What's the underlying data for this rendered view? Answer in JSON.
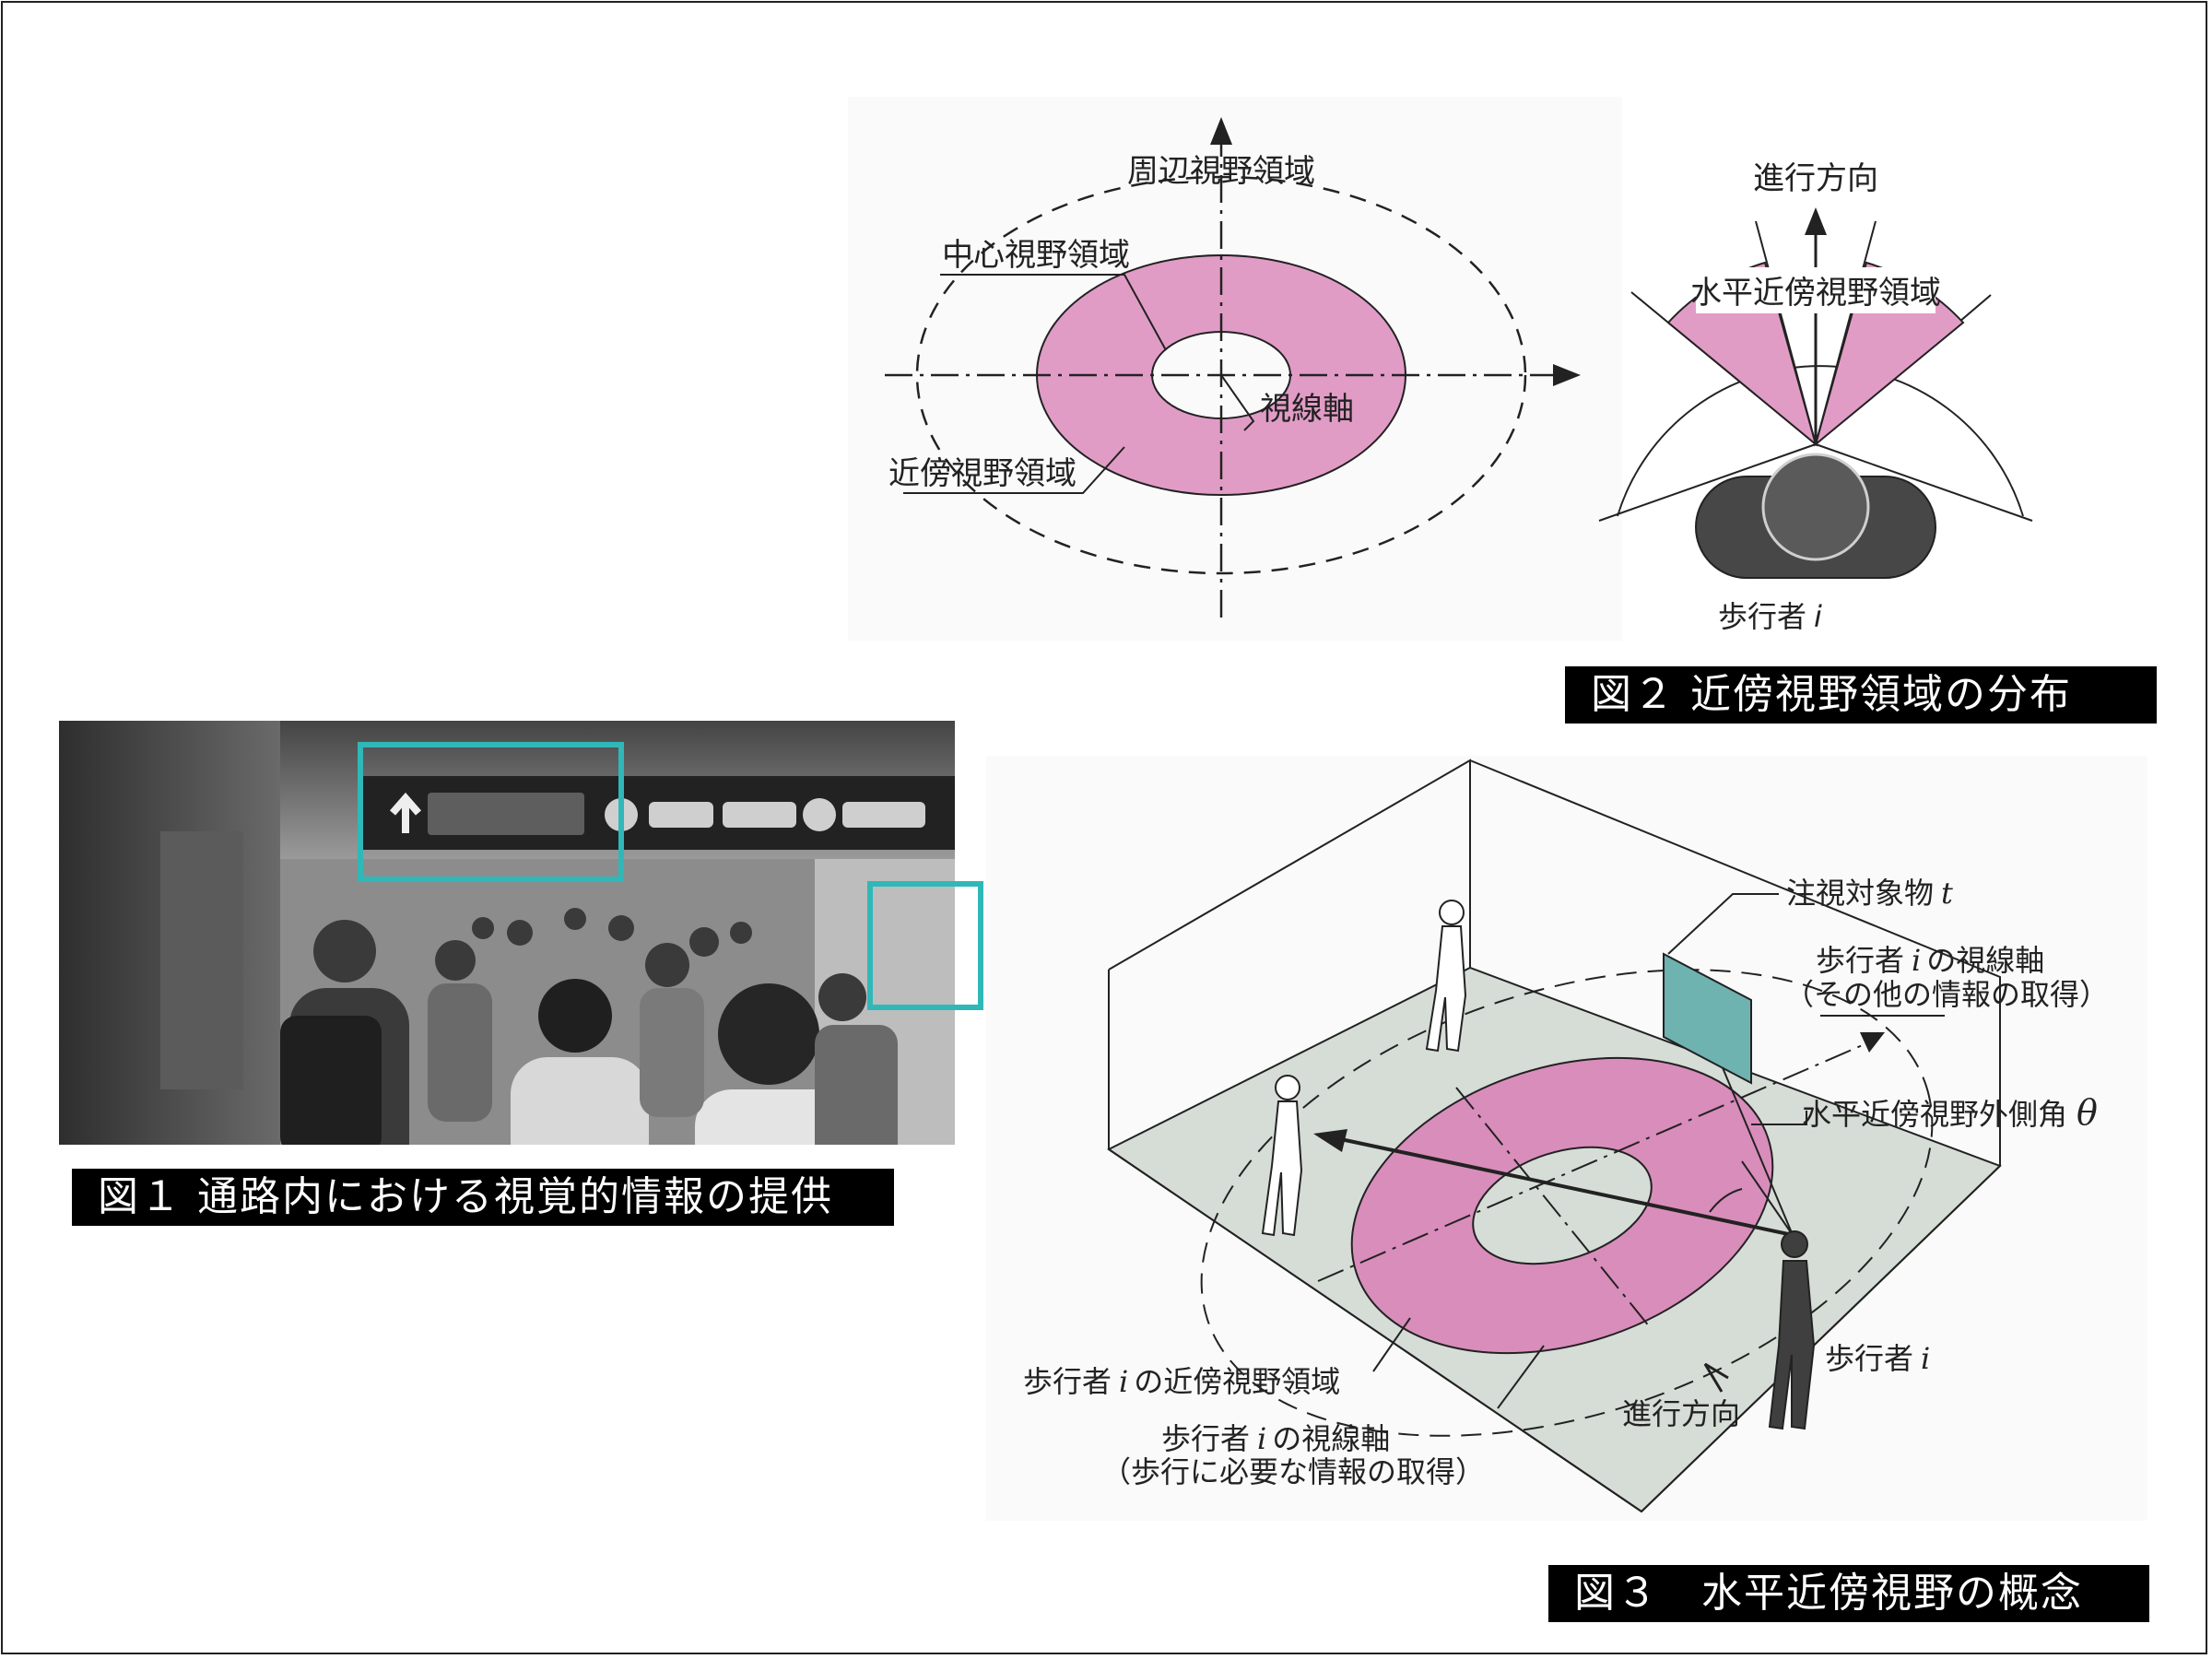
{
  "colors": {
    "pink": "#e19cc6",
    "pink3": "#d98dbb",
    "teal": "#2fb8b7",
    "teal_fill": "#6fb3b1",
    "floor": "#d6dcd6",
    "dark": "#3f3f3f",
    "caption_bg": "#000000"
  },
  "fig1": {
    "caption": "図１ 通路内における視覚的情報の提供",
    "photo_icon": "grayscale-crowd-photo",
    "sign_arrow_icon": "up-arrow-icon"
  },
  "fig2": {
    "caption": "図２ 近傍視野領域の分布",
    "label_peripheral": "周辺視野領域",
    "label_central": "中心視野領域",
    "label_gaze_axis": "視線軸",
    "label_near": "近傍視野領域",
    "label_direction": "進行方向",
    "label_horizontal_near": "水平近傍視野領域",
    "label_pedestrian": "歩行者",
    "label_pedestrian_var": "i"
  },
  "fig3": {
    "caption": "図３　水平近傍視野の概念",
    "label_target": "注視対象物",
    "label_target_var": "t",
    "label_gaze_other_1": "歩行者",
    "label_gaze_other_var": "i",
    "label_gaze_other_2": "の視線軸",
    "label_gaze_other_note": "（その他の情報の取得）",
    "label_angle": "水平近傍視野外側角",
    "label_angle_var": "θ",
    "label_pedestrian": "歩行者",
    "label_pedestrian_var": "i",
    "label_near_region_1": "歩行者",
    "label_near_region_var": "i",
    "label_near_region_2": "の近傍視野領域",
    "label_gaze_walk_1": "歩行者",
    "label_gaze_walk_var": "i",
    "label_gaze_walk_2": "の視線軸",
    "label_gaze_walk_note": "（歩行に必要な情報の取得）",
    "label_direction": "進行方向"
  }
}
